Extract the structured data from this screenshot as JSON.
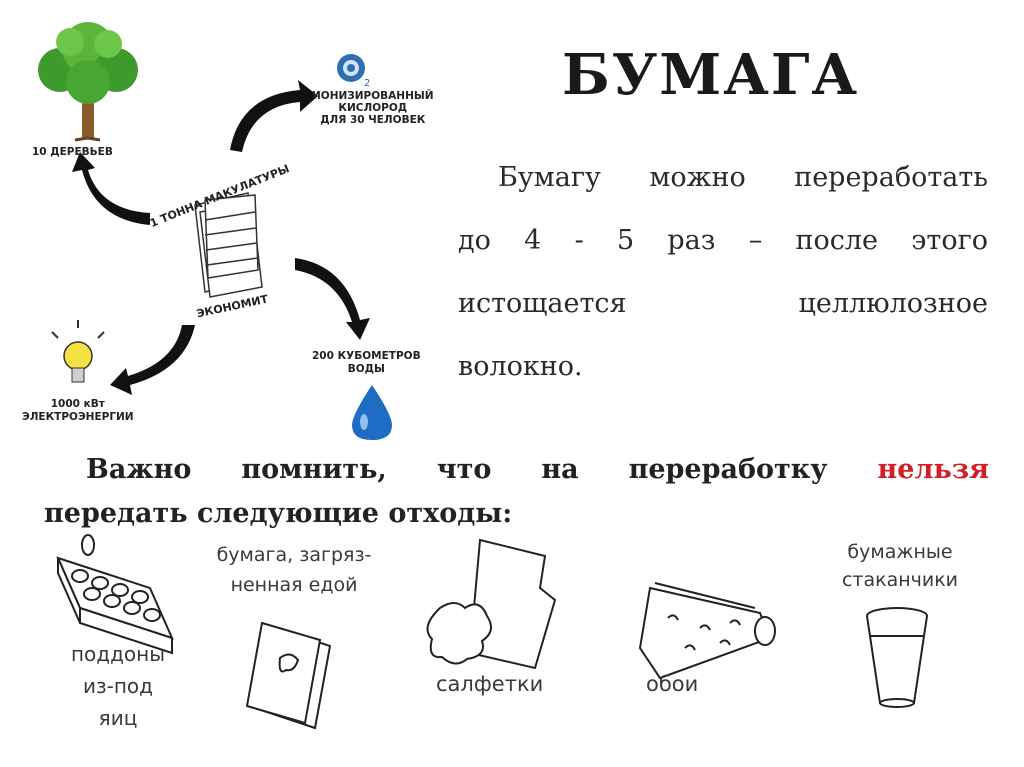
{
  "title": "БУМАГА",
  "paragraph": {
    "line1": "Бумагу можно переработать",
    "line2": "до 4 - 5 раз – после этого",
    "line3": "истощается целлюлозное",
    "line4": "волокно."
  },
  "notice": {
    "prefix": "Важно помнить, что на переработку",
    "highlight": "нельзя",
    "line2": "передать следующие отходы:",
    "highlight_color": "#d21f26"
  },
  "diagram": {
    "center_top": "1 ТОННА МАКУЛАТУРЫ",
    "center_bottom": "ЭКОНОМИТ",
    "trees": "10 ДЕРЕВЬЕВ",
    "oxygen_line1": "ИОНИЗИРОВАННЫЙ",
    "oxygen_line2": "КИСЛОРОД",
    "oxygen_line3": "ДЛЯ 30 ЧЕЛОВЕК",
    "water_line1": "200 КУБОМЕТРОВ",
    "water_line2": "ВОДЫ",
    "energy_line1": "1000 кВт",
    "energy_line2": "ЭЛЕКТРОЭНЕРГИИ"
  },
  "waste_items": {
    "egg_trays_line1": "поддоны",
    "egg_trays_line2": "из-под яиц",
    "dirty_paper_line1": "бумага, загряз-",
    "dirty_paper_line2": "ненная едой",
    "napkins": "салфетки",
    "wallpaper": "обои",
    "cups_line1": "бумажные",
    "cups_line2": "стаканчики"
  }
}
